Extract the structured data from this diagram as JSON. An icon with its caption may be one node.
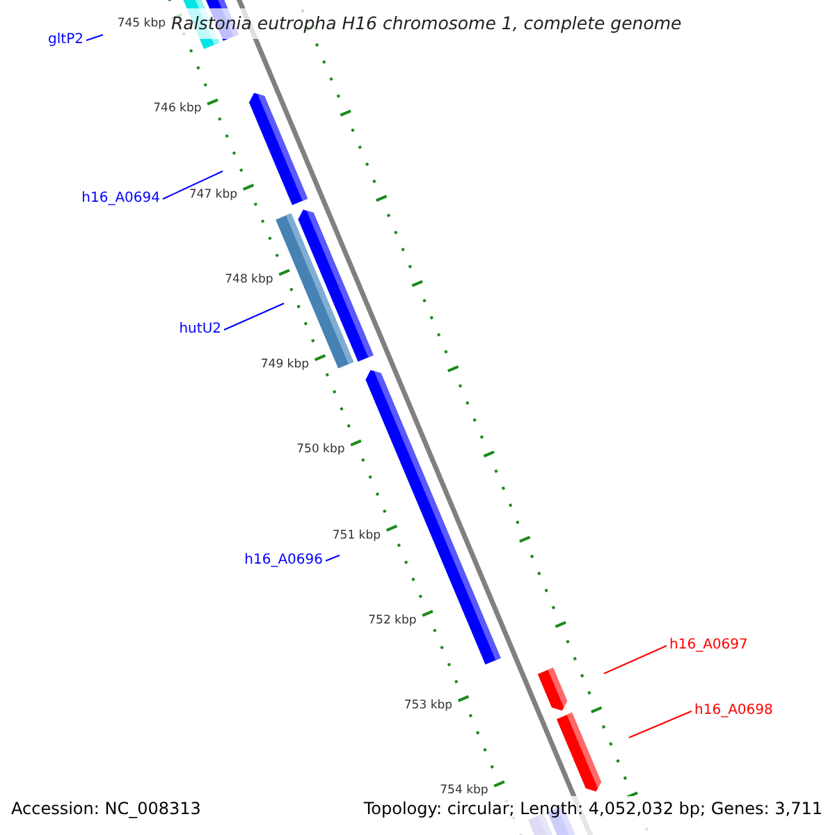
{
  "diagram": {
    "title": "Ralstonia eutropha H16 chromosome 1, complete genome",
    "nodes": [
      {
        "text": [
          "gltP2"
        ]
      },
      {
        "text": [
          "h16_A0694"
        ]
      },
      {
        "text": [
          "hutU2"
        ]
      },
      {
        "text": [
          "h16_A0696"
        ]
      },
      {
        "text": [
          "h16_A0697"
        ]
      },
      {
        "text": [
          "h16_A0698"
        ]
      }
    ],
    "edges": [
      {
        "from": 0,
        "to": null,
        "arrow": "none"
      },
      {
        "from": 1,
        "to": null,
        "arrow": "none"
      },
      {
        "from": 2,
        "to": null,
        "arrow": "none"
      },
      {
        "from": 3,
        "to": null,
        "arrow": "none"
      },
      {
        "from": 4,
        "to": null,
        "arrow": "none",
        "color": "#ff0000"
      },
      {
        "from": 5,
        "to": null,
        "arrow": "none",
        "color": "#ff0000"
      }
    ],
    "labels": [
      "745 kbp",
      "746 kbp",
      "747 kbp",
      "748 kbp",
      "749 kbp",
      "750 kbp",
      "751 kbp",
      "752 kbp",
      "753 kbp",
      "754 kbp",
      "Accession: NC_008313",
      "Topology: circular; Length: 4,052,032 bp; Genes: 3,711"
    ]
  }
}
